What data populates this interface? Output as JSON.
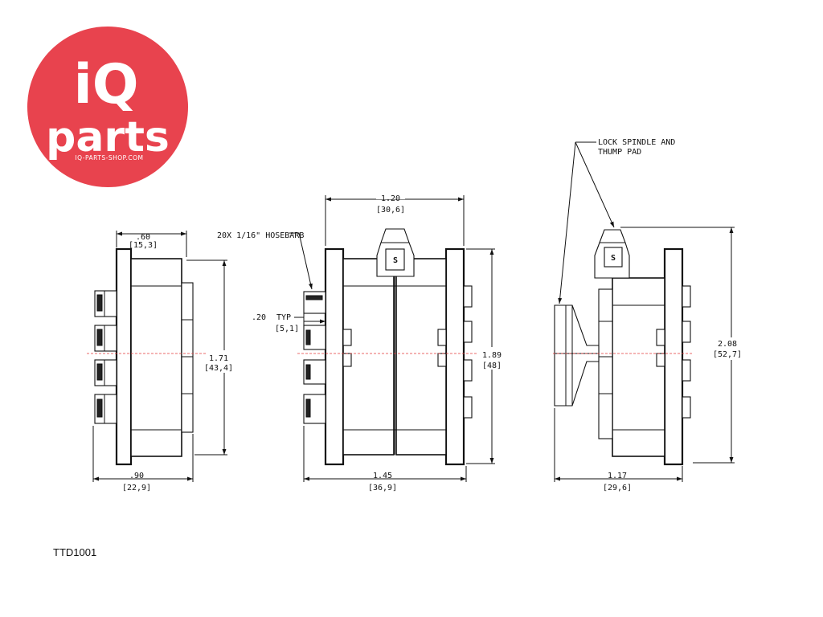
{
  "logo": {
    "brand_primary": "iQ",
    "brand_secondary": "parts",
    "website": "IQ-PARTS-SHOP.COM",
    "color": "#e8434e"
  },
  "part_number": "TTD1001",
  "views": {
    "left": {
      "width_top": ".60",
      "width_top_mm": "[15,3]",
      "height": "1.71",
      "height_mm": "[43,4]",
      "width_bottom": ".90",
      "width_bottom_mm": "[22,9]"
    },
    "center": {
      "width_top": "1.20",
      "width_top_mm": "[30,6]",
      "hosebarb_note": "20X 1/16\" HOSEBARB",
      "barb_dim": ".20",
      "barb_typ": "TYP",
      "barb_dim_mm": "[5,1]",
      "height": "1.89",
      "height_mm": "[48]",
      "width_bottom": "1.45",
      "width_bottom_mm": "[36,9]"
    },
    "right": {
      "note_line1": "LOCK SPINDLE AND",
      "note_line2": "THUMP PAD",
      "height": "2.08",
      "height_mm": "[52,7]",
      "width_bottom": "1.17",
      "width_bottom_mm": "[29,6]"
    }
  }
}
